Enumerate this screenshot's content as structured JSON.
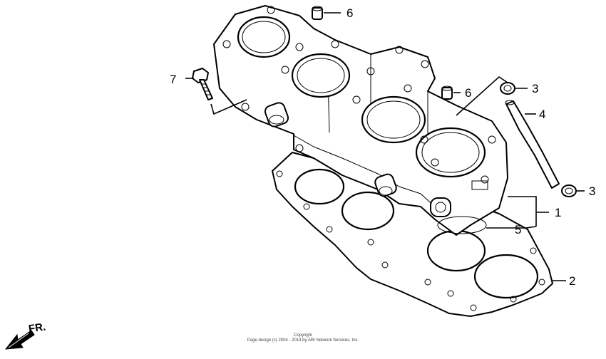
{
  "callouts": [
    {
      "id": "c6a",
      "label": "6"
    },
    {
      "id": "c7",
      "label": "7"
    },
    {
      "id": "c6b",
      "label": "6"
    },
    {
      "id": "c3a",
      "label": "3"
    },
    {
      "id": "c4",
      "label": "4"
    },
    {
      "id": "c3b",
      "label": "3"
    },
    {
      "id": "c1",
      "label": "1"
    },
    {
      "id": "c5",
      "label": "5"
    },
    {
      "id": "c2",
      "label": "2"
    }
  ],
  "front_indicator": "FR.",
  "copyright": {
    "line1": "Copyright",
    "line2": "Page design (c) 2004 - 2014 by ARI Network Services, Inc."
  }
}
